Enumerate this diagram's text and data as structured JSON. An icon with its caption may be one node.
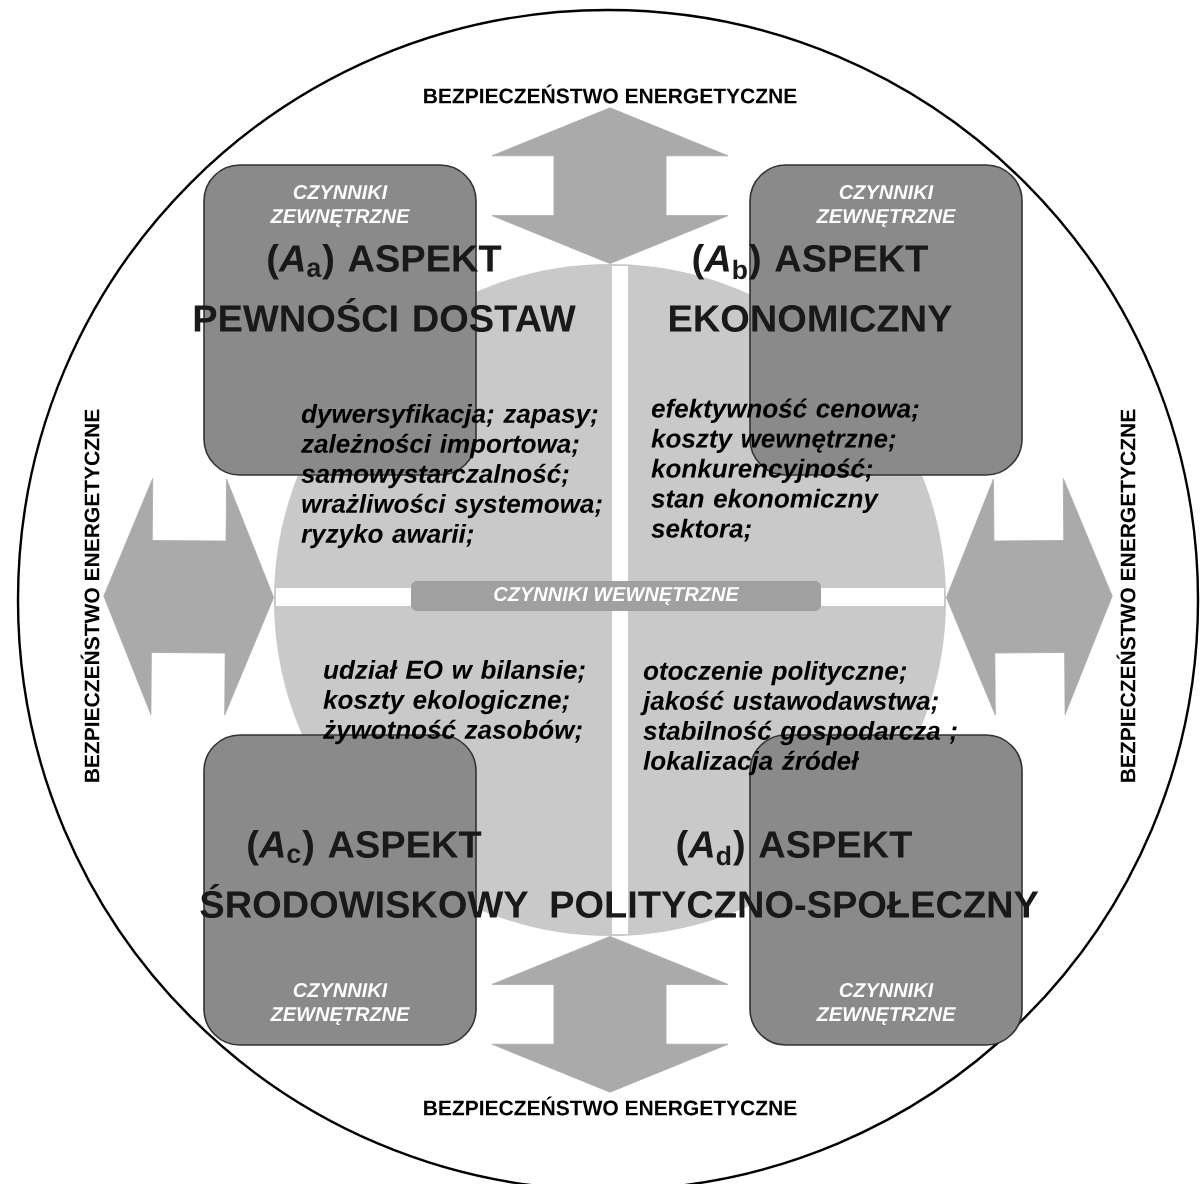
{
  "diagram": {
    "nodes": [
      {
        "text": [
          "BEZPIECZEŃSTWO ENERGETYCZNE"
        ]
      },
      {
        "text": [
          "CZYNNIKI ZEWNĘTRZNE",
          "(*A*$_{a}$) ASPEKT PEWNOŚCI DOSTAW"
        ]
      },
      {
        "text": [
          "CZYNNIKI ZEWNĘTRZNE",
          "(*A*$_{b}$) ASPEKT EKONOMICZNY"
        ]
      },
      {
        "text": [
          "BEZPIECZEŃSTWO ENERGETYCZNE"
        ]
      },
      {
        "text": [],
        "shape": "circle"
      },
      {
        "text": [
          "CZYNNIKI WEWNĘTRZNE"
        ],
        "in": 4
      },
      {
        "text": [
          "BEZPIECZEŃSTWO ENERGETYCZNE"
        ]
      },
      {
        "text": [
          "(*A*$_{c}$) ASPEKT ŚRODOWISKOWY",
          "CZYNNIKI ZEWNĘTRZNE"
        ]
      },
      {
        "text": [
          "(*A*$_{d}$) ASPEKT POLITYCZNO-SPOŁECZNY",
          "CZYNNIKI ZEWNĘTRZNE"
        ]
      },
      {
        "text": [
          "BEZPIECZEŃSTWO ENERGETYCZNE"
        ]
      }
    ],
    "edges": [
      {
        "from": 0,
        "to": 4,
        "arrow": "both"
      },
      {
        "from": 3,
        "to": 4,
        "arrow": "both"
      },
      {
        "from": 6,
        "to": 4,
        "arrow": "both"
      },
      {
        "from": 9,
        "to": 4,
        "arrow": "both"
      }
    ],
    "labels": [
      "dywersyfikacja; zapasy; zależności importowa; samowystarczalność; wrażliwości systemowa; ryzyko awarii;",
      "efektywność cenowa; koszty wewnętrzne; konkurencyjność; stan ekonomiczny sektora;",
      "udział EO w bilansie; koszty ekologiczne; żywotność zasobów;",
      "otoczenie polityczne; jakość ustawodawstwa; stabilność gospodarcza ; lokalizacja źródeł"
    ]
  }
}
